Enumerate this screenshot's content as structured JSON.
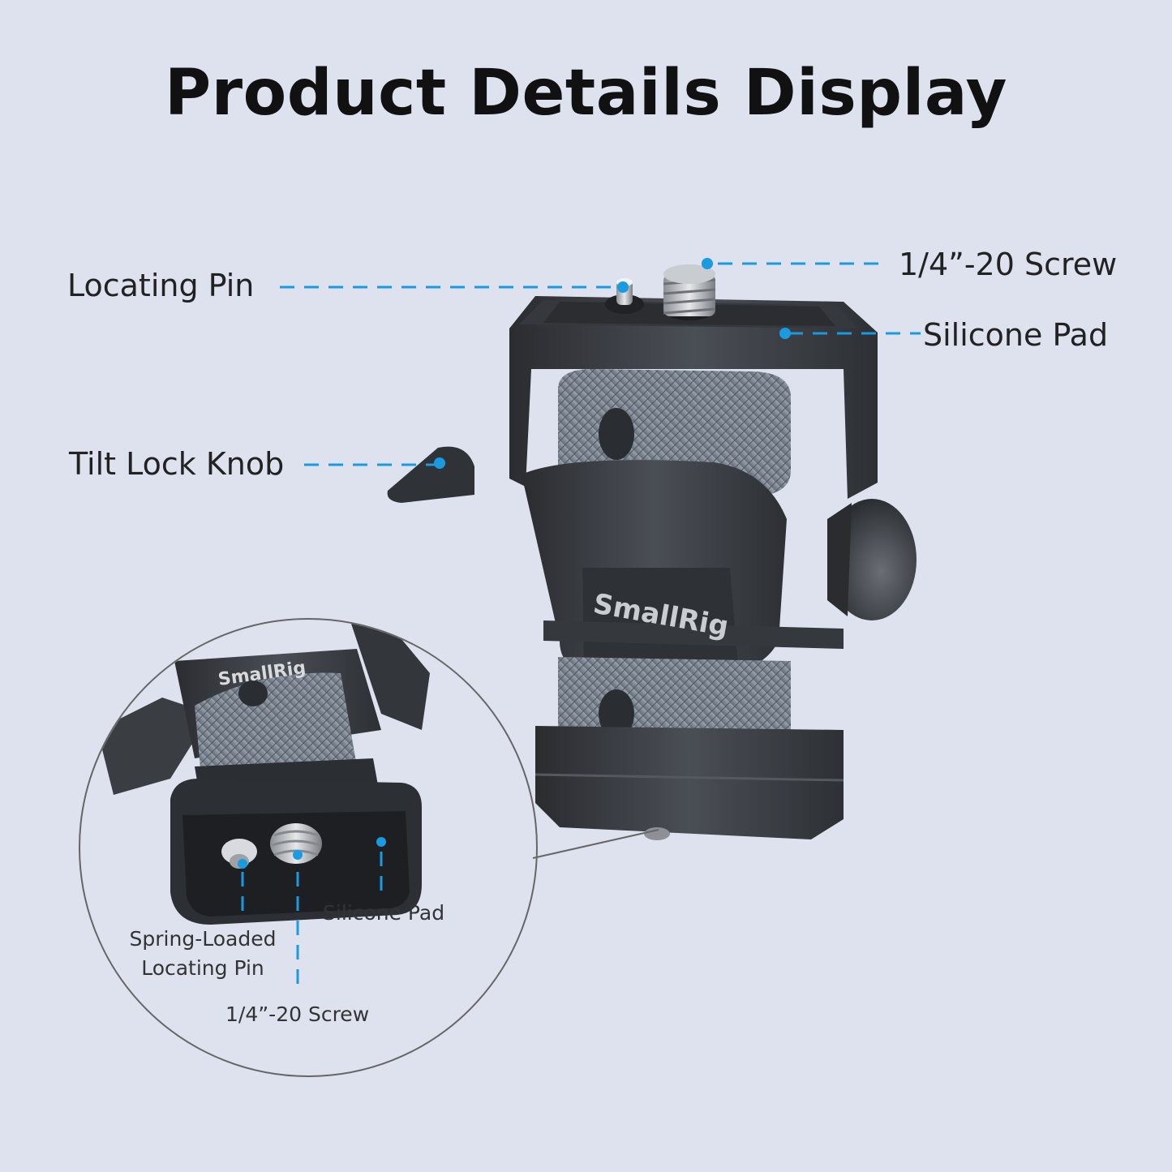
{
  "title": "Product Details Display",
  "callouts": {
    "locating_pin": "Locating  Pin",
    "screw_top": "1/4”-20 Screw",
    "silicone_pad_top": "Silicone Pad",
    "tilt_lock_knob": "Tilt Lock Knob",
    "silicone_pad_bottom": "Silicone Pad",
    "spring_loaded_line1": "Spring-Loaded",
    "spring_loaded_line2": "Locating Pin",
    "screw_bottom": "1/4”-20 Screw"
  },
  "brand_mark": "SmallRig",
  "colors": {
    "background": "#dde2ee",
    "accent": "#1a9ae0",
    "body": "#3a3d42",
    "knurl": "#7d8794"
  }
}
